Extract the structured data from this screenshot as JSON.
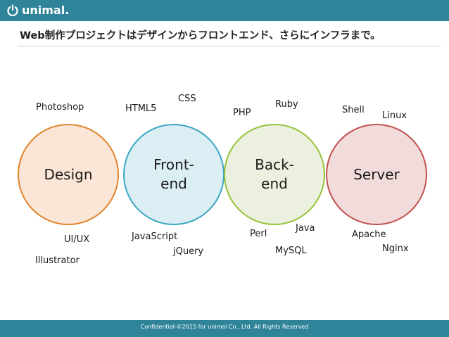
{
  "header": {
    "logo_text": "unimal."
  },
  "slide": {
    "title": "Web制作プロジェクトはデザインからフロントエンド、さらにインフラまで。"
  },
  "circles": {
    "design": "Design",
    "frontend": "Front-\nend",
    "backend": "Back-\nend",
    "server": "Server"
  },
  "tags": {
    "photoshop": "Photoshop",
    "uiux": "UI/UX",
    "illustrator": "Illustrator",
    "html5": "HTML5",
    "css": "CSS",
    "javascript": "JavaScript",
    "jquery": "jQuery",
    "php": "PHP",
    "ruby": "Ruby",
    "perl": "Perl",
    "java": "Java",
    "mysql": "MySQL",
    "shell": "Shell",
    "linux": "Linux",
    "apache": "Apache",
    "nginx": "Nginx"
  },
  "footer": {
    "text": "Confidential-©2015 for unimal Co., Ltd. All Rights Reserved"
  },
  "colors": {
    "bar": "#2f8499",
    "design_border": "#e0832a",
    "frontend_border": "#3aa6c4",
    "backend_border": "#93c33b",
    "server_border": "#c0504d"
  }
}
